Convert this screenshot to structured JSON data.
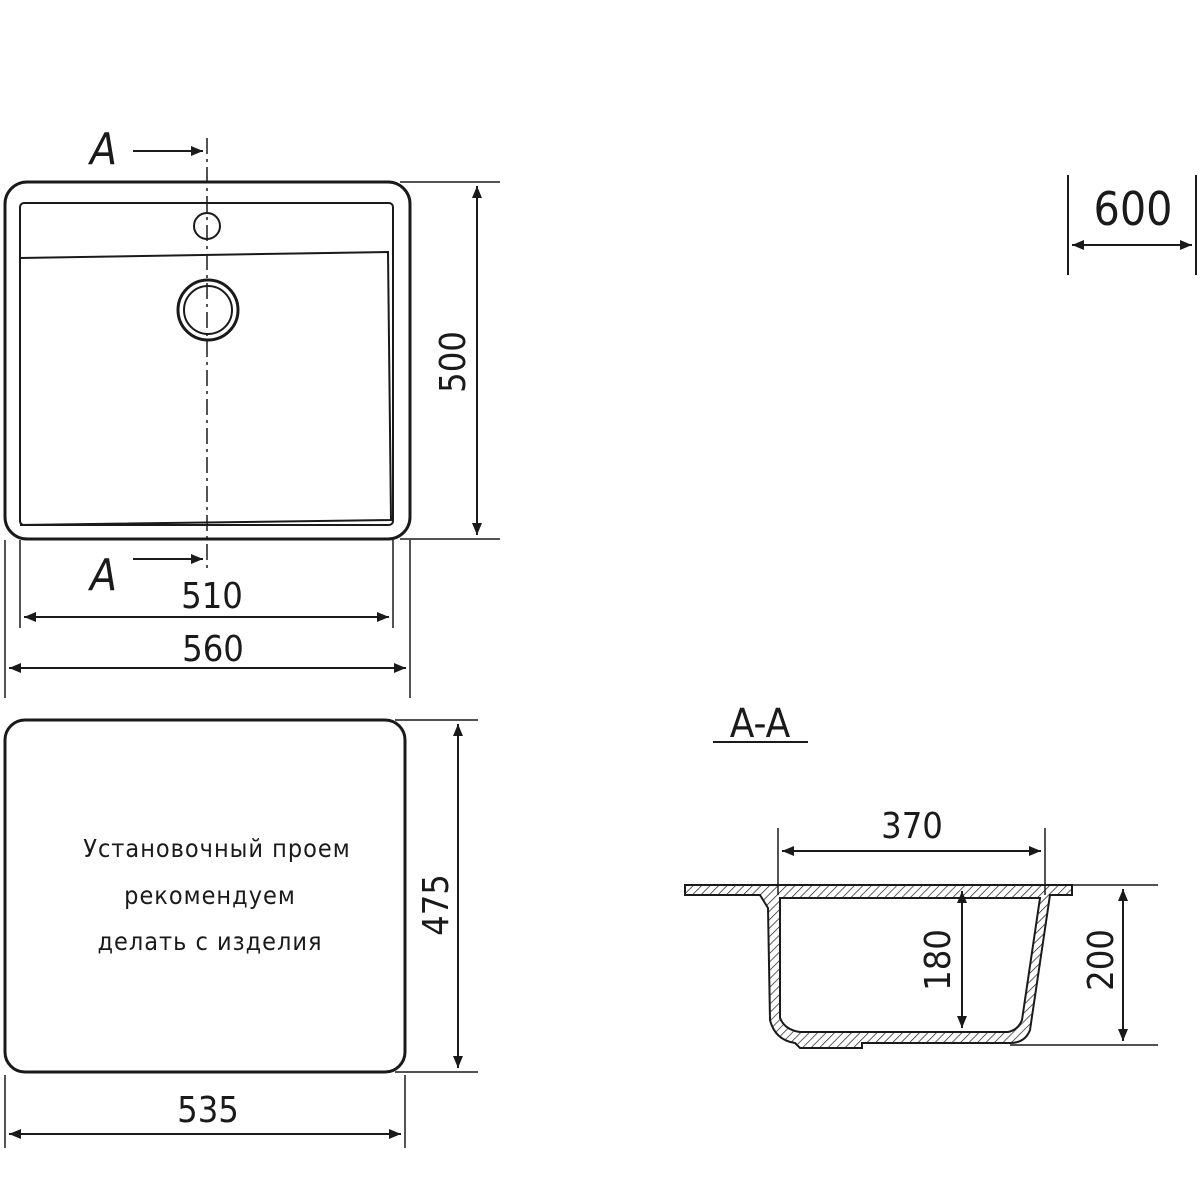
{
  "top_view": {
    "section_marker_top": "A",
    "section_marker_bottom": "A",
    "dim_height": "500",
    "dim_inner_width": "510",
    "dim_outer_width": "560"
  },
  "bowl_width": {
    "dim": "600"
  },
  "cutout": {
    "note_line1": "Установочный проем",
    "note_line2": "рекомендуем",
    "note_line3": "делать с изделия",
    "dim_height": "475",
    "dim_width": "535"
  },
  "section": {
    "title": "A-A",
    "dim_bowl_width": "370",
    "dim_inner_depth": "180",
    "dim_total_depth": "200"
  }
}
